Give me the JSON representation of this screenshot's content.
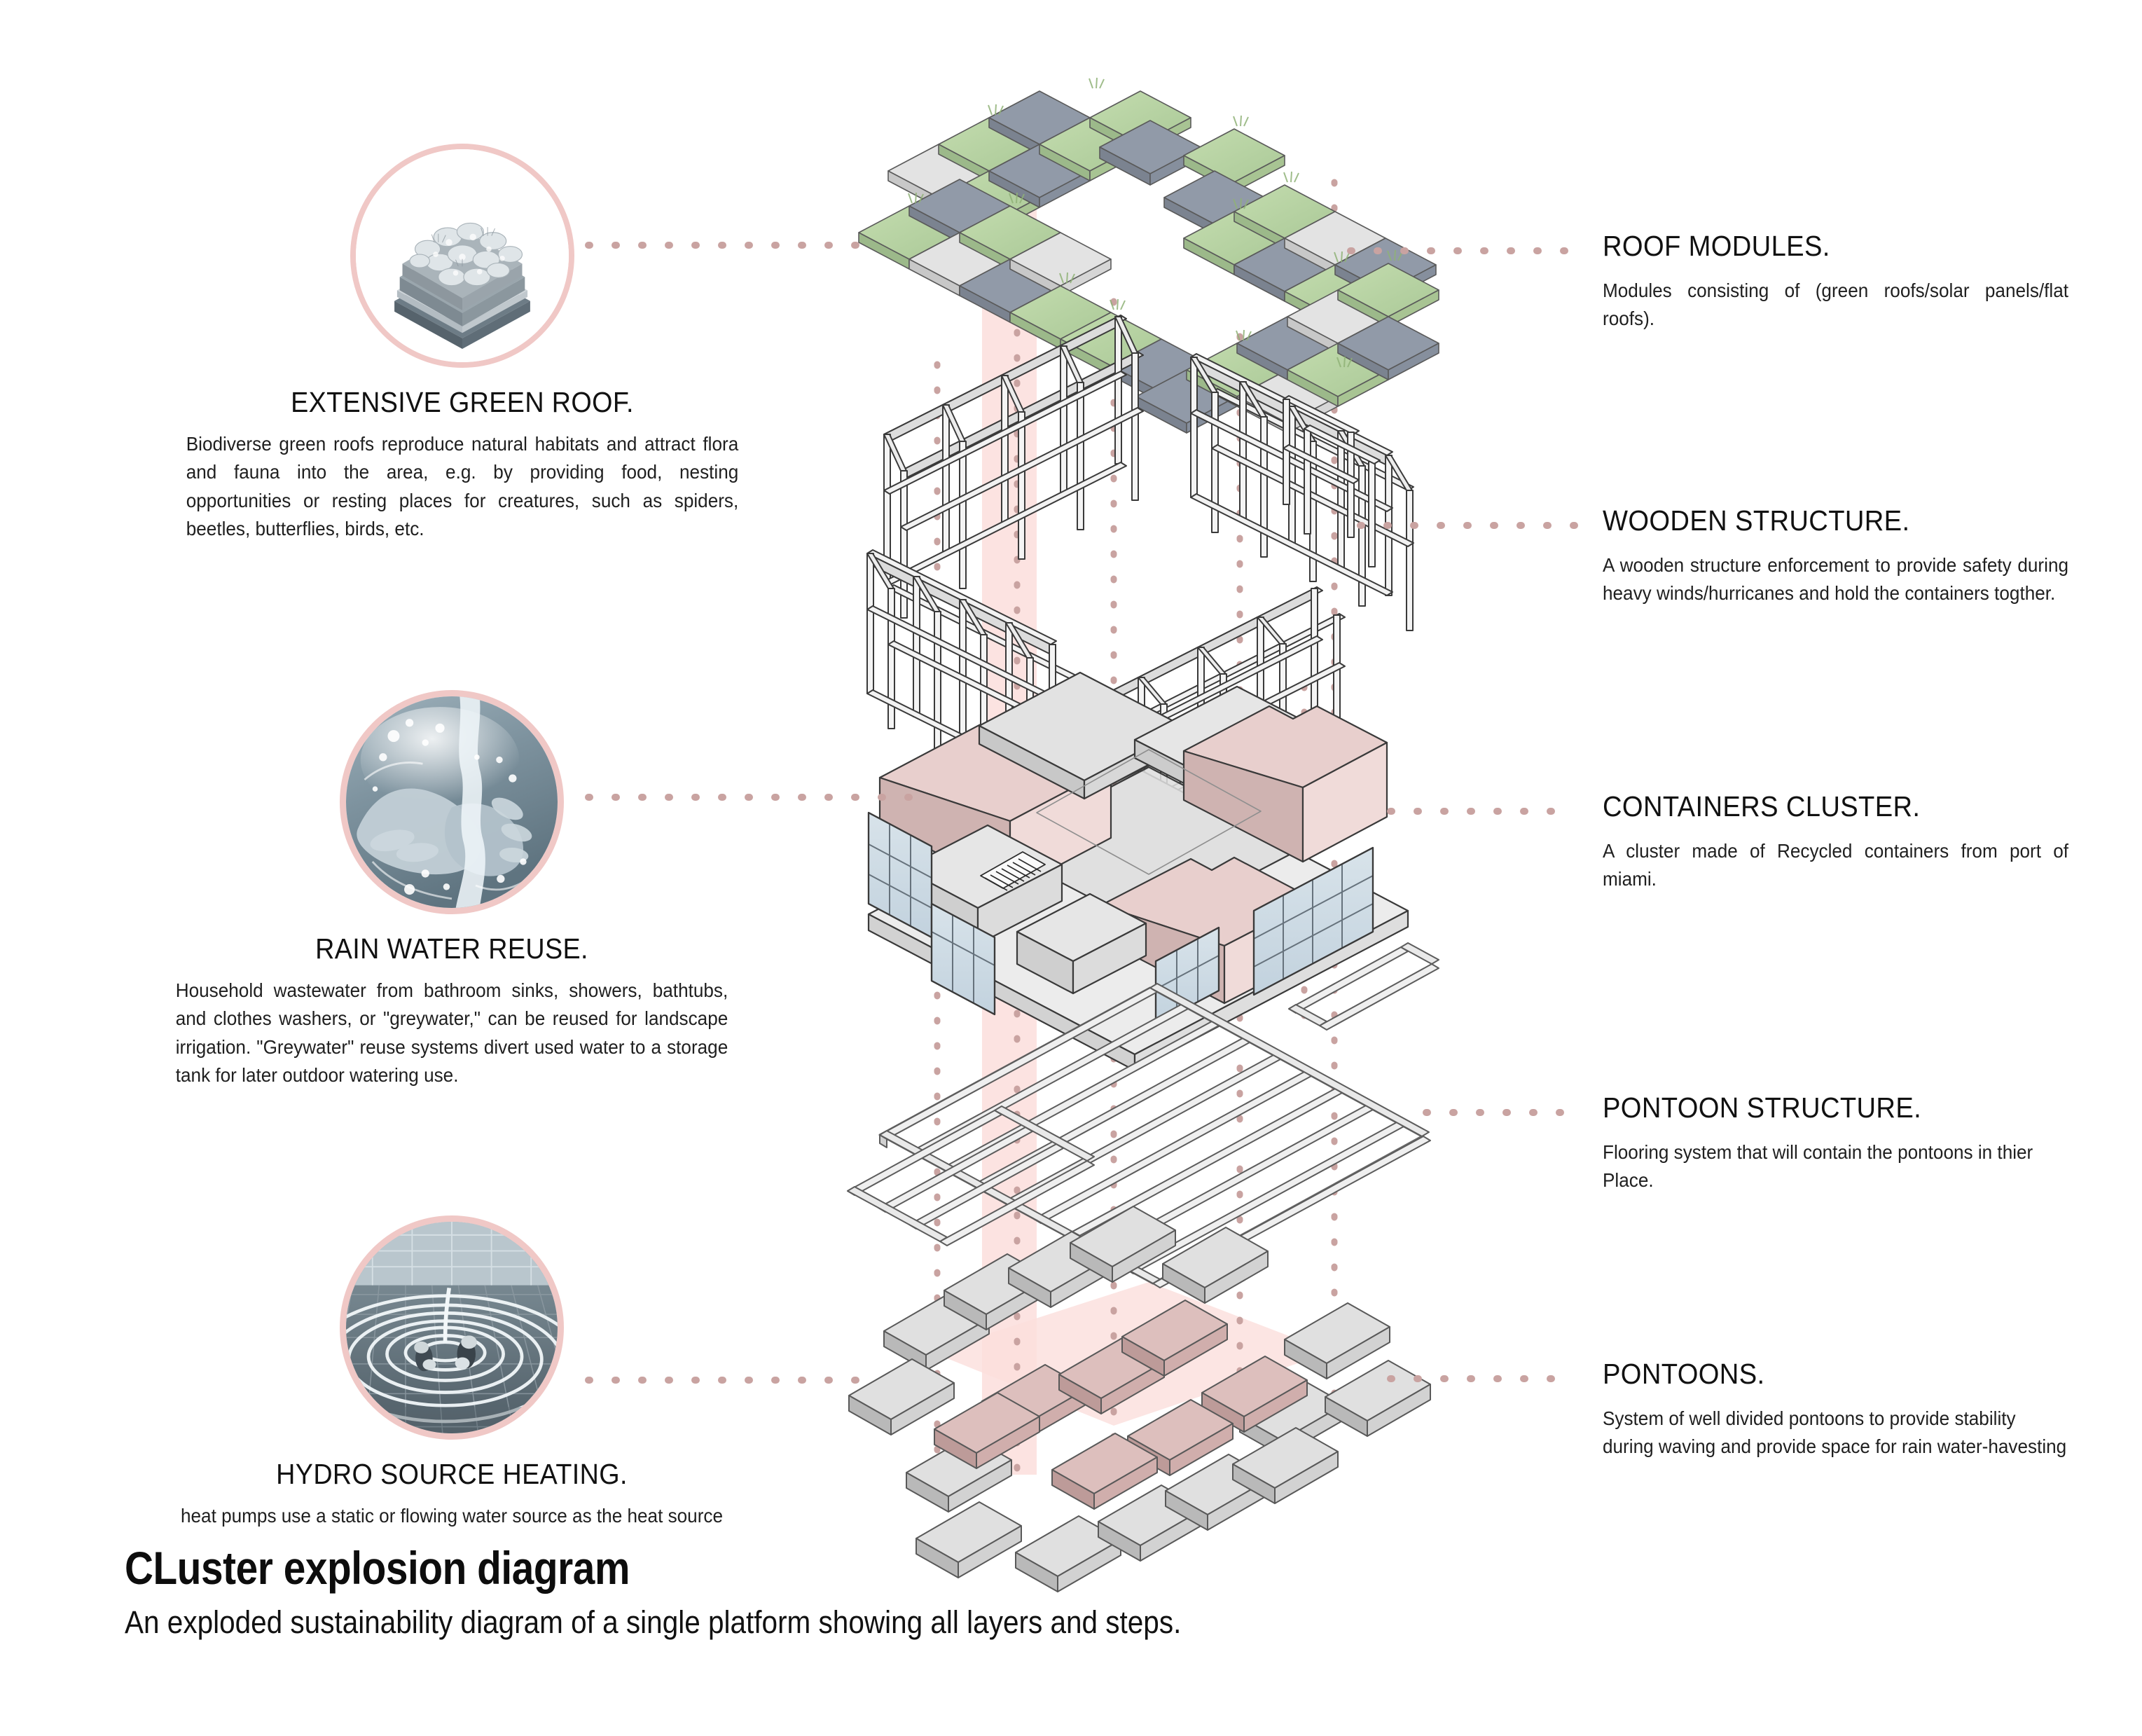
{
  "document": {
    "title": "CLuster  explosion diagram",
    "subtitle": "An exploded sustainability diagram of a single platform showing all layers and steps."
  },
  "colors": {
    "ring_pink": "#f0c8c6",
    "leader_dot": "#c9a3a1",
    "band_pink": "#fbdedc",
    "mass_pink": "#e8cfcd",
    "mass_pink_light": "#f6e3e1",
    "mass_grey": "#d9d9d9",
    "mass_grey_light": "#eaeaea",
    "roof_green": "#b9d4a4",
    "roof_solar": "#919aa8",
    "roof_flat": "#e3e3e3",
    "glass_blue": "#ccd9e2",
    "line_dark": "#2b2b2b",
    "text_black": "#111111"
  },
  "left_callouts": [
    {
      "id": "extensive-green-roof",
      "icon": "green-roof-buildup-illustration",
      "title": "EXTENSIVE GREEN ROOF.",
      "body": "Biodiverse green roofs reproduce natural habitats and attract flora and fauna into the area, e.g. by providing food, nesting opportunities or resting places for creatures, such as spiders, beetles, butterflies, birds, etc."
    },
    {
      "id": "rain-water-reuse",
      "icon": "hands-catching-water-photo",
      "title": "RAIN WATER REUSE.",
      "body": "Household wastewater from bathroom sinks, showers, bathtubs, and clothes washers, or \"greywater,\" can be reused for landscape irrigation. \"Greywater\" reuse systems divert used water to a storage tank for later outdoor watering use."
    },
    {
      "id": "hydro-source-heating",
      "icon": "ground-loop-pipe-coils-photo",
      "title": "HYDRO SOURCE HEATING.",
      "body": "heat pumps use a static or flowing water source as the heat source"
    }
  ],
  "right_labels": [
    {
      "id": "roof-modules",
      "title": "ROOF MODULES.",
      "body": "Modules consisting of (green roofs/solar panels/flat roofs)."
    },
    {
      "id": "wooden-structure",
      "title": "WOODEN STRUCTURE.",
      "body": "A wooden structure enforcement to provide safety during heavy winds/hurricanes and hold the containers togther."
    },
    {
      "id": "containers-cluster",
      "title": "CONTAINERS CLUSTER.",
      "body": "A cluster made of Recycled containers from port of miami."
    },
    {
      "id": "pontoon-structure",
      "title": "PONTOON STRUCTURE.",
      "body": "Flooring system that will contain the pontoons in thier Place."
    },
    {
      "id": "pontoons",
      "title": "PONTOONS.",
      "body": "System of well divided pontoons to provide stability during waving and provide space for rain water-havesting"
    }
  ],
  "diagram": {
    "layers": [
      {
        "id": "roof-modules-layer",
        "name": "roof modules ring of isometric tiles"
      },
      {
        "id": "wooden-structure-layer",
        "name": "timber post and beam frames"
      },
      {
        "id": "containers-cluster-layer",
        "name": "container cluster masses with glazing"
      },
      {
        "id": "pontoon-structure-layer",
        "name": "pontoon flooring beam grid"
      },
      {
        "id": "pontoons-layer",
        "name": "field of pontoon blocks"
      }
    ]
  }
}
